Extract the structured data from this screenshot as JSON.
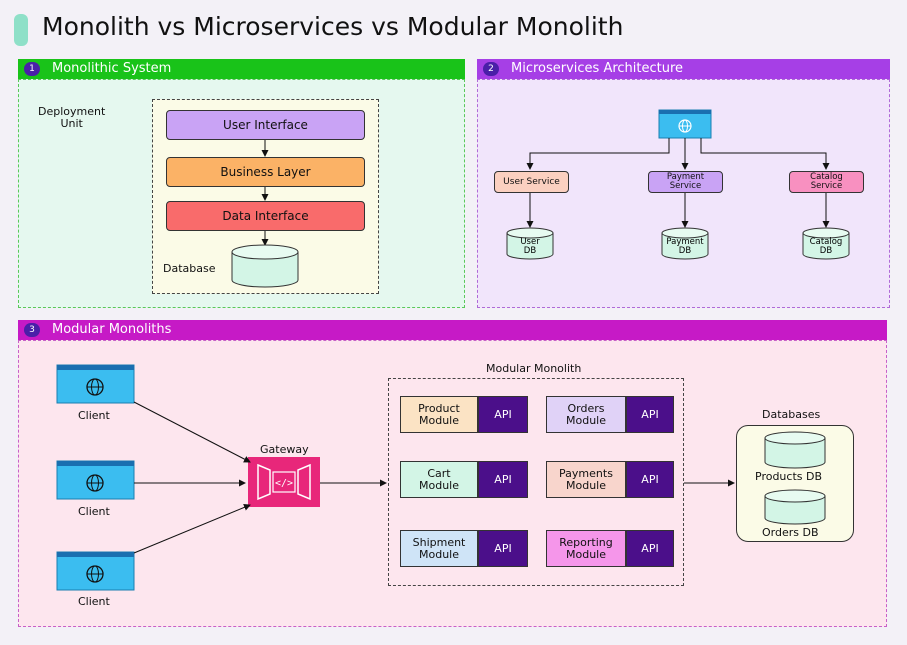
{
  "title": "Monolith vs Microservices vs Modular Monolith",
  "sections": {
    "monolith": {
      "number": "1",
      "title": "Monolithic System",
      "color": "#19c319",
      "deployment_label": "Deployment\nUnit",
      "layers": [
        "User Interface",
        "Business Layer",
        "Data Interface"
      ],
      "database_label": "Database"
    },
    "micro": {
      "number": "2",
      "title": "Microservices Architecture",
      "color": "#a63fe6",
      "services": [
        "User Service",
        "Payment\nService",
        "Catalog\nService"
      ],
      "databases": [
        "User\nDB",
        "Payment\nDB",
        "Catalog\nDB"
      ]
    },
    "modular": {
      "number": "3",
      "title": "Modular Monoliths",
      "color": "#c61ac6",
      "clients": [
        "Client",
        "Client",
        "Client"
      ],
      "gateway_label": "Gateway",
      "container_label": "Modular Monolith",
      "modules": [
        {
          "name": "Product\nModule",
          "api": "API",
          "color": "#fbe3c4"
        },
        {
          "name": "Orders\nModule",
          "api": "API",
          "color": "#e0d2f7"
        },
        {
          "name": "Cart\nModule",
          "api": "API",
          "color": "#d3f5e6"
        },
        {
          "name": "Payments\nModule",
          "api": "API",
          "color": "#f8d5cc"
        },
        {
          "name": "Shipment\nModule",
          "api": "API",
          "color": "#cfe4f7"
        },
        {
          "name": "Reporting\nModule",
          "api": "API",
          "color": "#f596ea"
        }
      ],
      "databases_label": "Databases",
      "databases": [
        "Products DB",
        "Orders DB"
      ]
    }
  }
}
